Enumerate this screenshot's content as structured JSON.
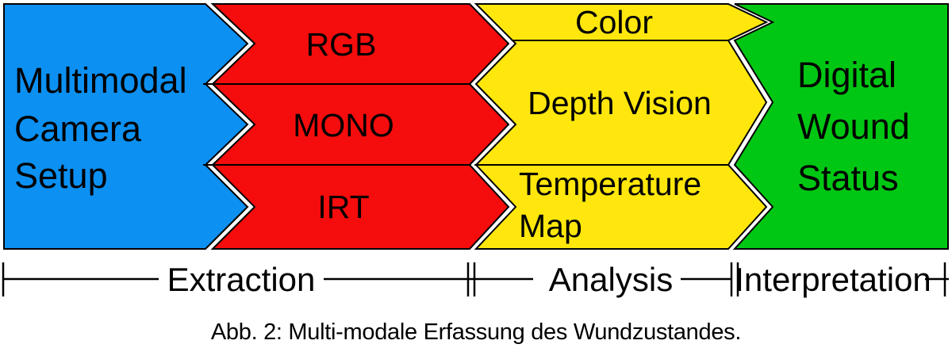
{
  "figure": {
    "caption": "Abb. 2: Multi-modale Erfassung des Wundzustandes.",
    "camera_setup": {
      "lines": [
        "Multimodal",
        "Camera",
        "Setup"
      ]
    },
    "channels": {
      "rgb": "RGB",
      "mono": "MONO",
      "irt": "IRT"
    },
    "analysis": {
      "color": "Color",
      "depth": "Depth Vision",
      "temperature_lines": [
        "Temperature",
        "Map"
      ]
    },
    "wound_status": {
      "lines": [
        "Digital",
        "Wound",
        "Status"
      ]
    },
    "phases": {
      "extraction": "Extraction",
      "analysis": "Analysis",
      "interpretation": "Interpretation"
    },
    "colors": {
      "camera": "#0c90f2",
      "channels": "#f50c0c",
      "analysis": "#ffe70d",
      "status": "#00c713",
      "outline": "#000000"
    }
  }
}
